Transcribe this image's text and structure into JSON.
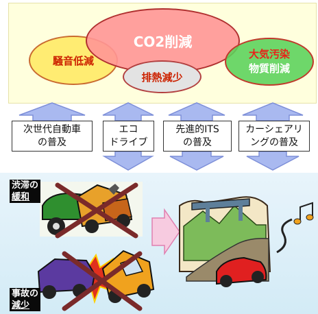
{
  "effects": {
    "co2": "CO2削減",
    "noise": "騒音低減",
    "exhaust_heat": "排熱減少",
    "air_pollutant_line1": "大気汚染",
    "air_pollutant_line2": "物質削減"
  },
  "measures": [
    {
      "label": "次世代自動車\nの普及"
    },
    {
      "label": "エコ\nドライブ"
    },
    {
      "label": "先進的ITS\nの普及"
    },
    {
      "label": "カーシェアリ\nングの普及"
    }
  ],
  "outcomes": {
    "congestion_line1": "渋滞の",
    "congestion_line2": "緩和",
    "accident_line1": "事故の",
    "accident_line2": "減少"
  },
  "colors": {
    "arrow_fill": "#a9b9f0",
    "arrow_stroke": "#7d8fd8",
    "top_panel": "#ffffdd",
    "bottom_panel": "#dbeef8",
    "co2_ellipse": "#ff9696",
    "noise_ellipse": "#ffe85a",
    "air_ellipse": "#5ad25a",
    "exhaust_ellipse": "#e3e3e3",
    "cross": "#7a2a2a"
  }
}
